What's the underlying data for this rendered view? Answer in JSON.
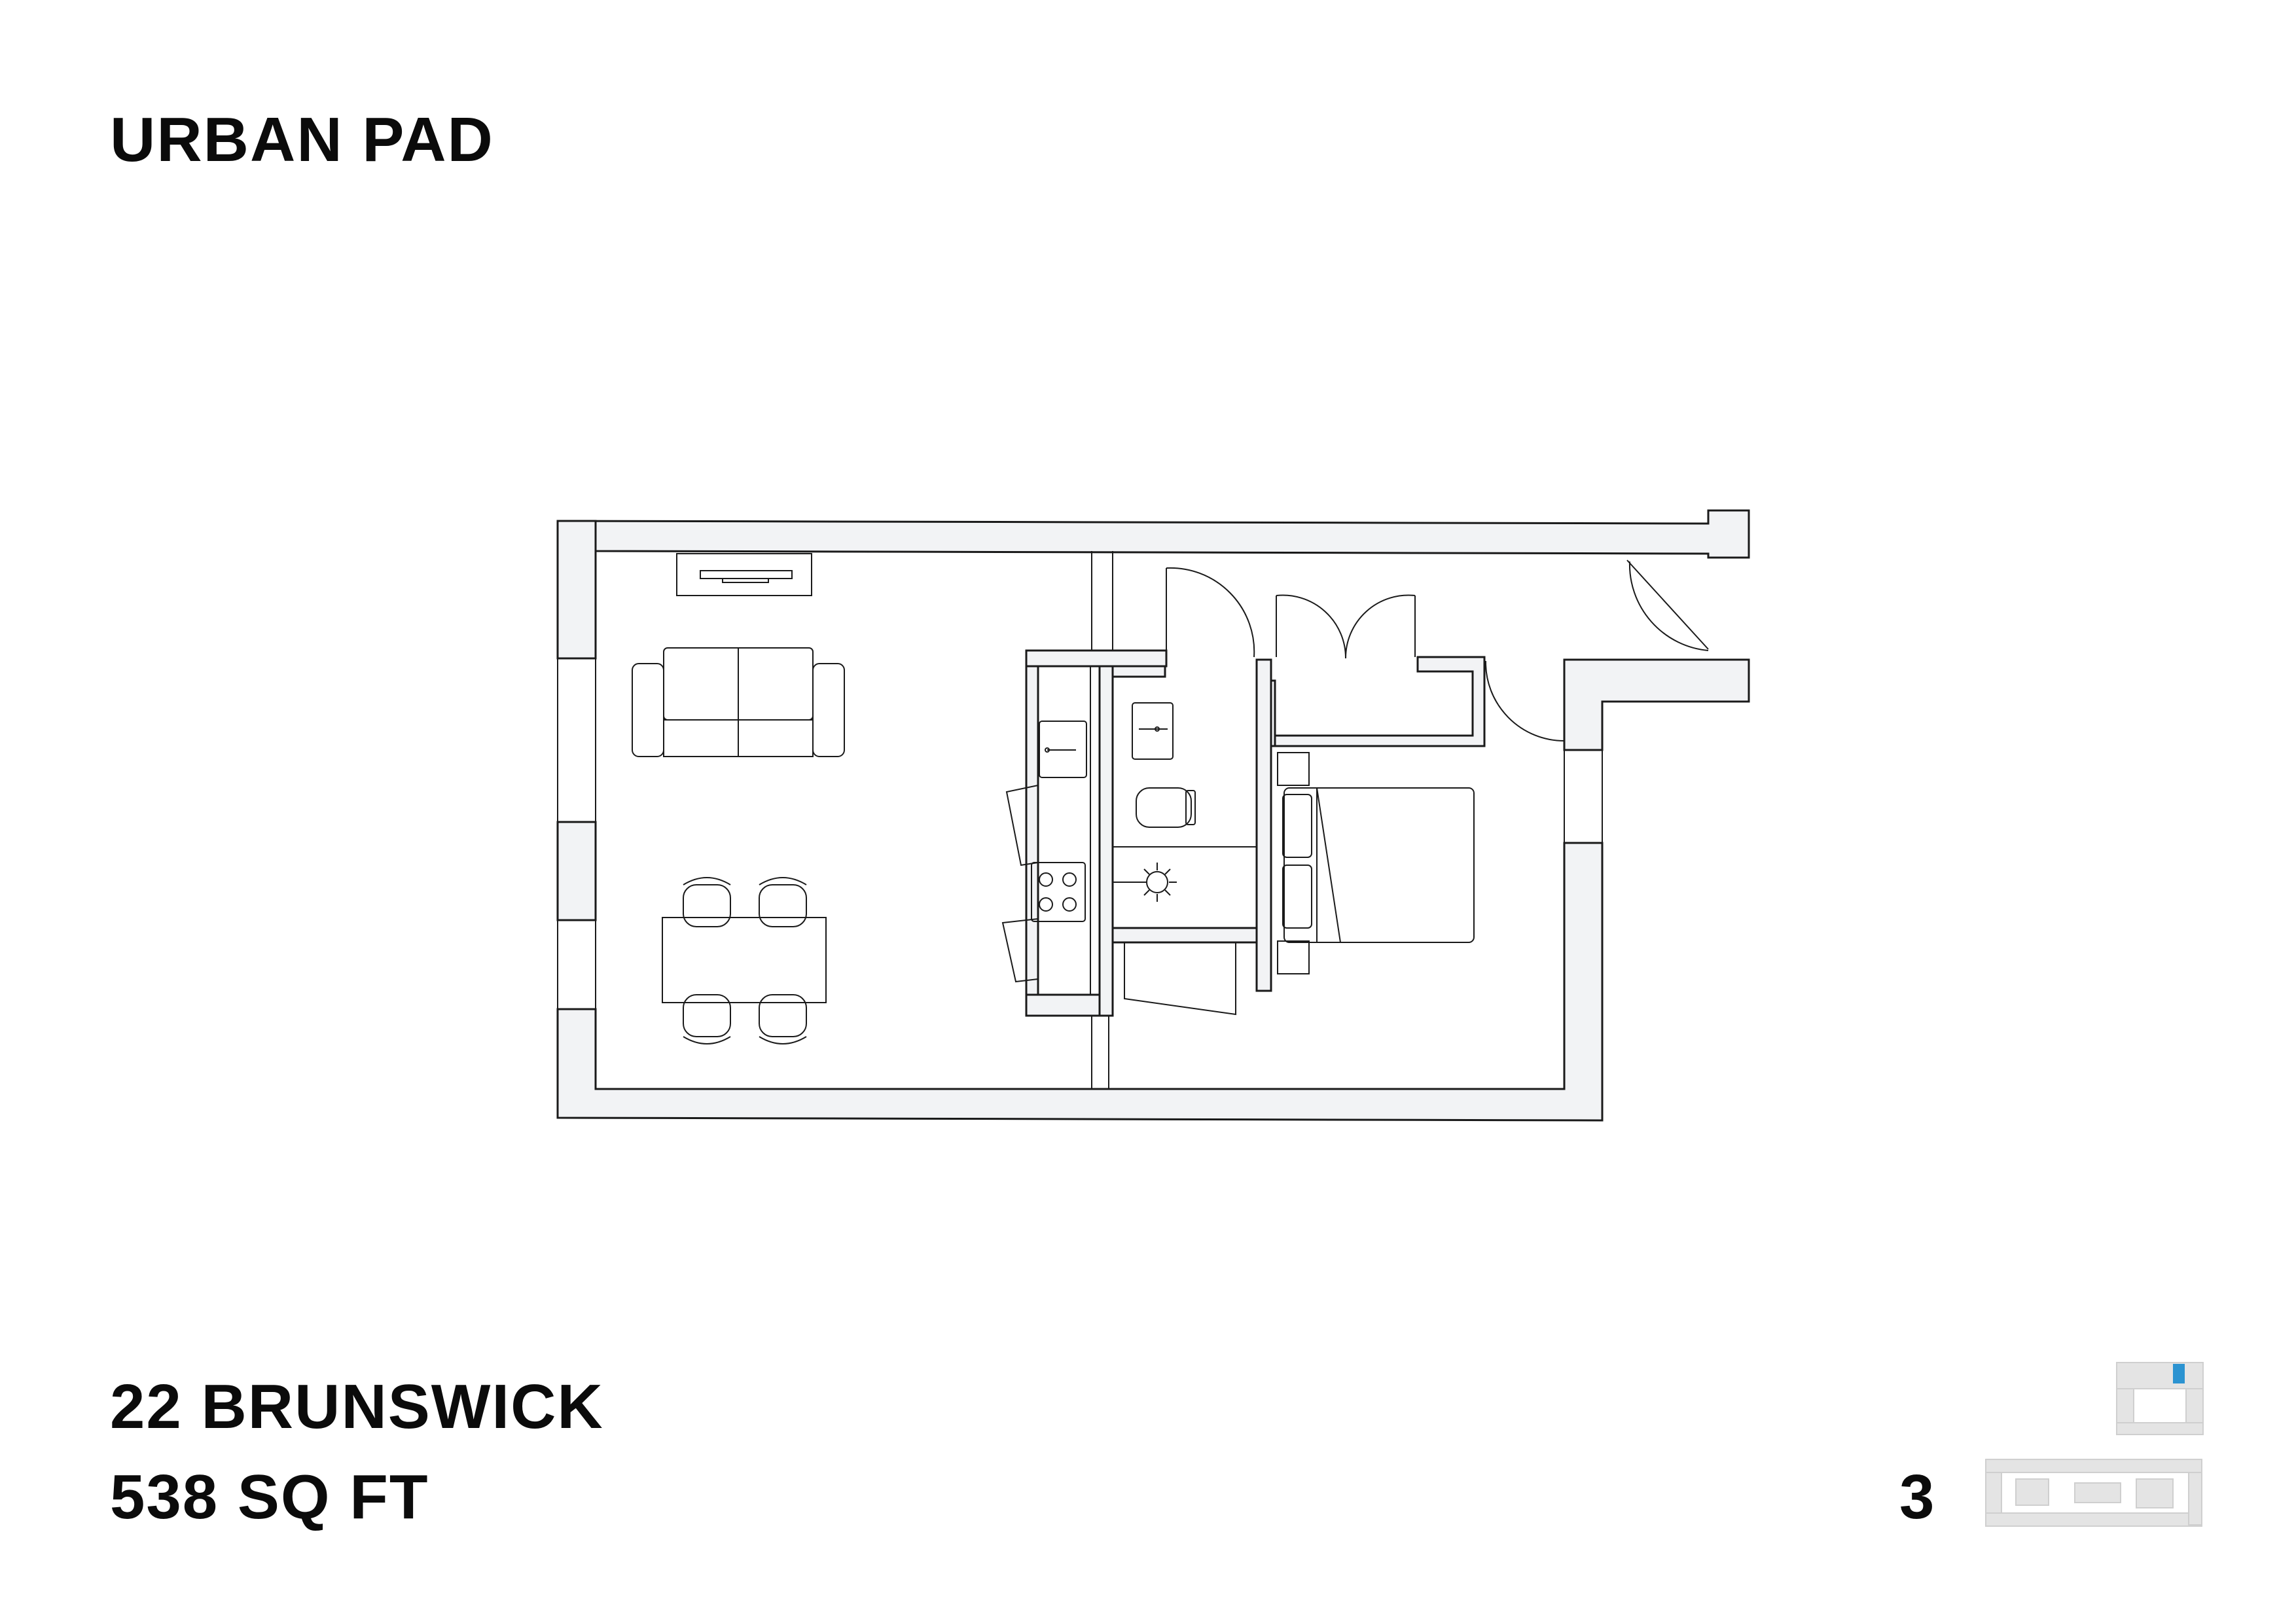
{
  "header": {
    "title": "URBAN PAD"
  },
  "footer": {
    "address": "22 BRUNSWICK",
    "area": "538 SQ FT",
    "page_number": "3"
  },
  "colors": {
    "wall_fill": "#f2f3f5",
    "line": "#1a1a1a",
    "keyplan_fill": "#e4e4e4",
    "keyplan_highlight": "#2b93d1"
  },
  "icons": {
    "stove": "cooktop-icon",
    "sink": "sink-icon",
    "toilet": "toilet-icon",
    "shower": "shower-icon",
    "bed": "bed-icon"
  }
}
